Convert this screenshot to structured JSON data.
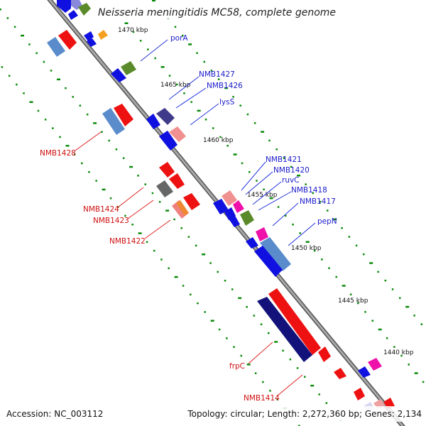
{
  "title": "Neisseria meningitidis MC58, complete genome",
  "accession": "Accession: NC_003112",
  "topology": "Topology: circular; Length: 2,272,360 bp; Genes: 2,134",
  "colors": {
    "backbone": "#888888",
    "tick": "#0b8a0b",
    "label_plus": "#1a1acc",
    "label_minus": "#d01010",
    "label_line_plus": "#2233dd",
    "label_line_minus": "#dd2222"
  },
  "kbp_markers": [
    "1470 kbp",
    "1465 kbp",
    "1460 kbp",
    "1455 kbp",
    "1450 kbp",
    "1445 kbp",
    "1440 kbp"
  ],
  "gene_labels_plus": [
    "porA",
    "NMB1427",
    "NMB1426",
    "lysS",
    "NMB1421",
    "NMB1420",
    "ruvC",
    "NMB1418",
    "NMB1417",
    "pepN"
  ],
  "gene_labels_minus": [
    "NMB1428",
    "NMB1424",
    "NMB1423",
    "NMB1422",
    "frpC",
    "NMB1414"
  ]
}
